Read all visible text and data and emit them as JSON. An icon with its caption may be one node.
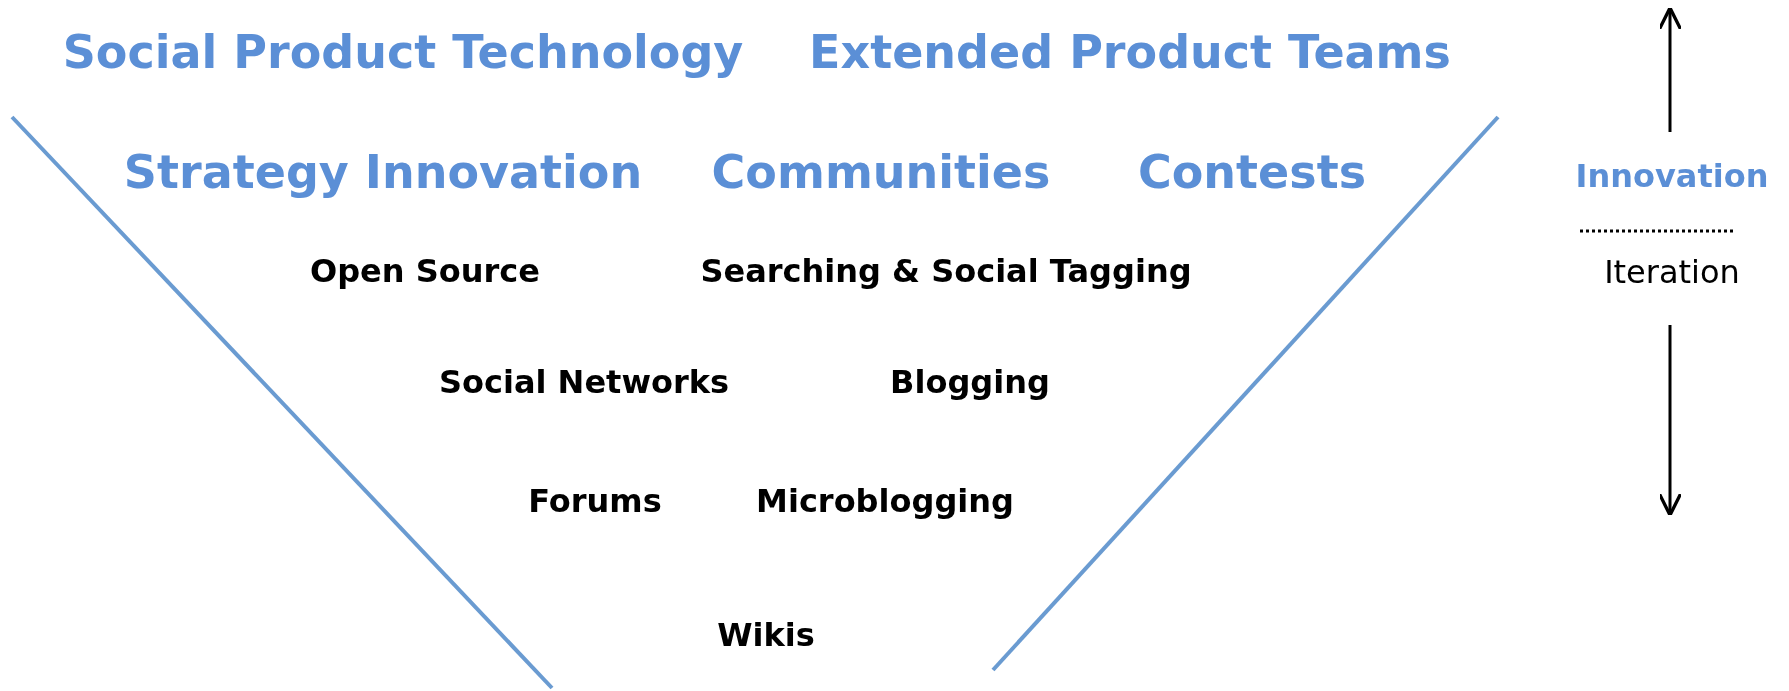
{
  "diagram": {
    "labels": [
      "Social Product Technology",
      "Extended Product Teams",
      "Strategy Innovation",
      "Communities",
      "Contests",
      "Open Source",
      "Searching & Social Tagging",
      "Social Networks",
      "Blogging",
      "Forums",
      "Microblogging",
      "Wikis",
      "Innovation",
      "Iteration"
    ]
  }
}
